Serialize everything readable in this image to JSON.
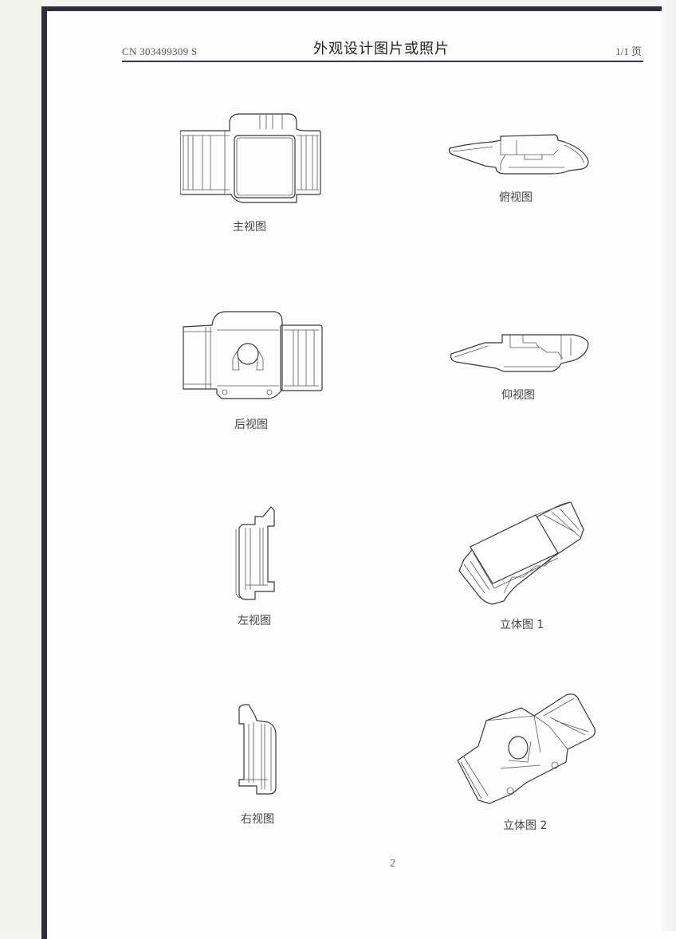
{
  "header": {
    "document_number": "CN 303499309 S",
    "title": "外观设计图片或照片",
    "page_info": "1/1 页"
  },
  "views": [
    {
      "id": "front",
      "caption": "主视图"
    },
    {
      "id": "top",
      "caption": "俯视图"
    },
    {
      "id": "rear",
      "caption": "后视图"
    },
    {
      "id": "bottom",
      "caption": "仰视图"
    },
    {
      "id": "left",
      "caption": "左视图"
    },
    {
      "id": "perspective-1",
      "caption": "立体图 1"
    },
    {
      "id": "right",
      "caption": "右视图"
    },
    {
      "id": "perspective-2",
      "caption": "立体图 2"
    }
  ],
  "footer": {
    "page_number": "2"
  }
}
